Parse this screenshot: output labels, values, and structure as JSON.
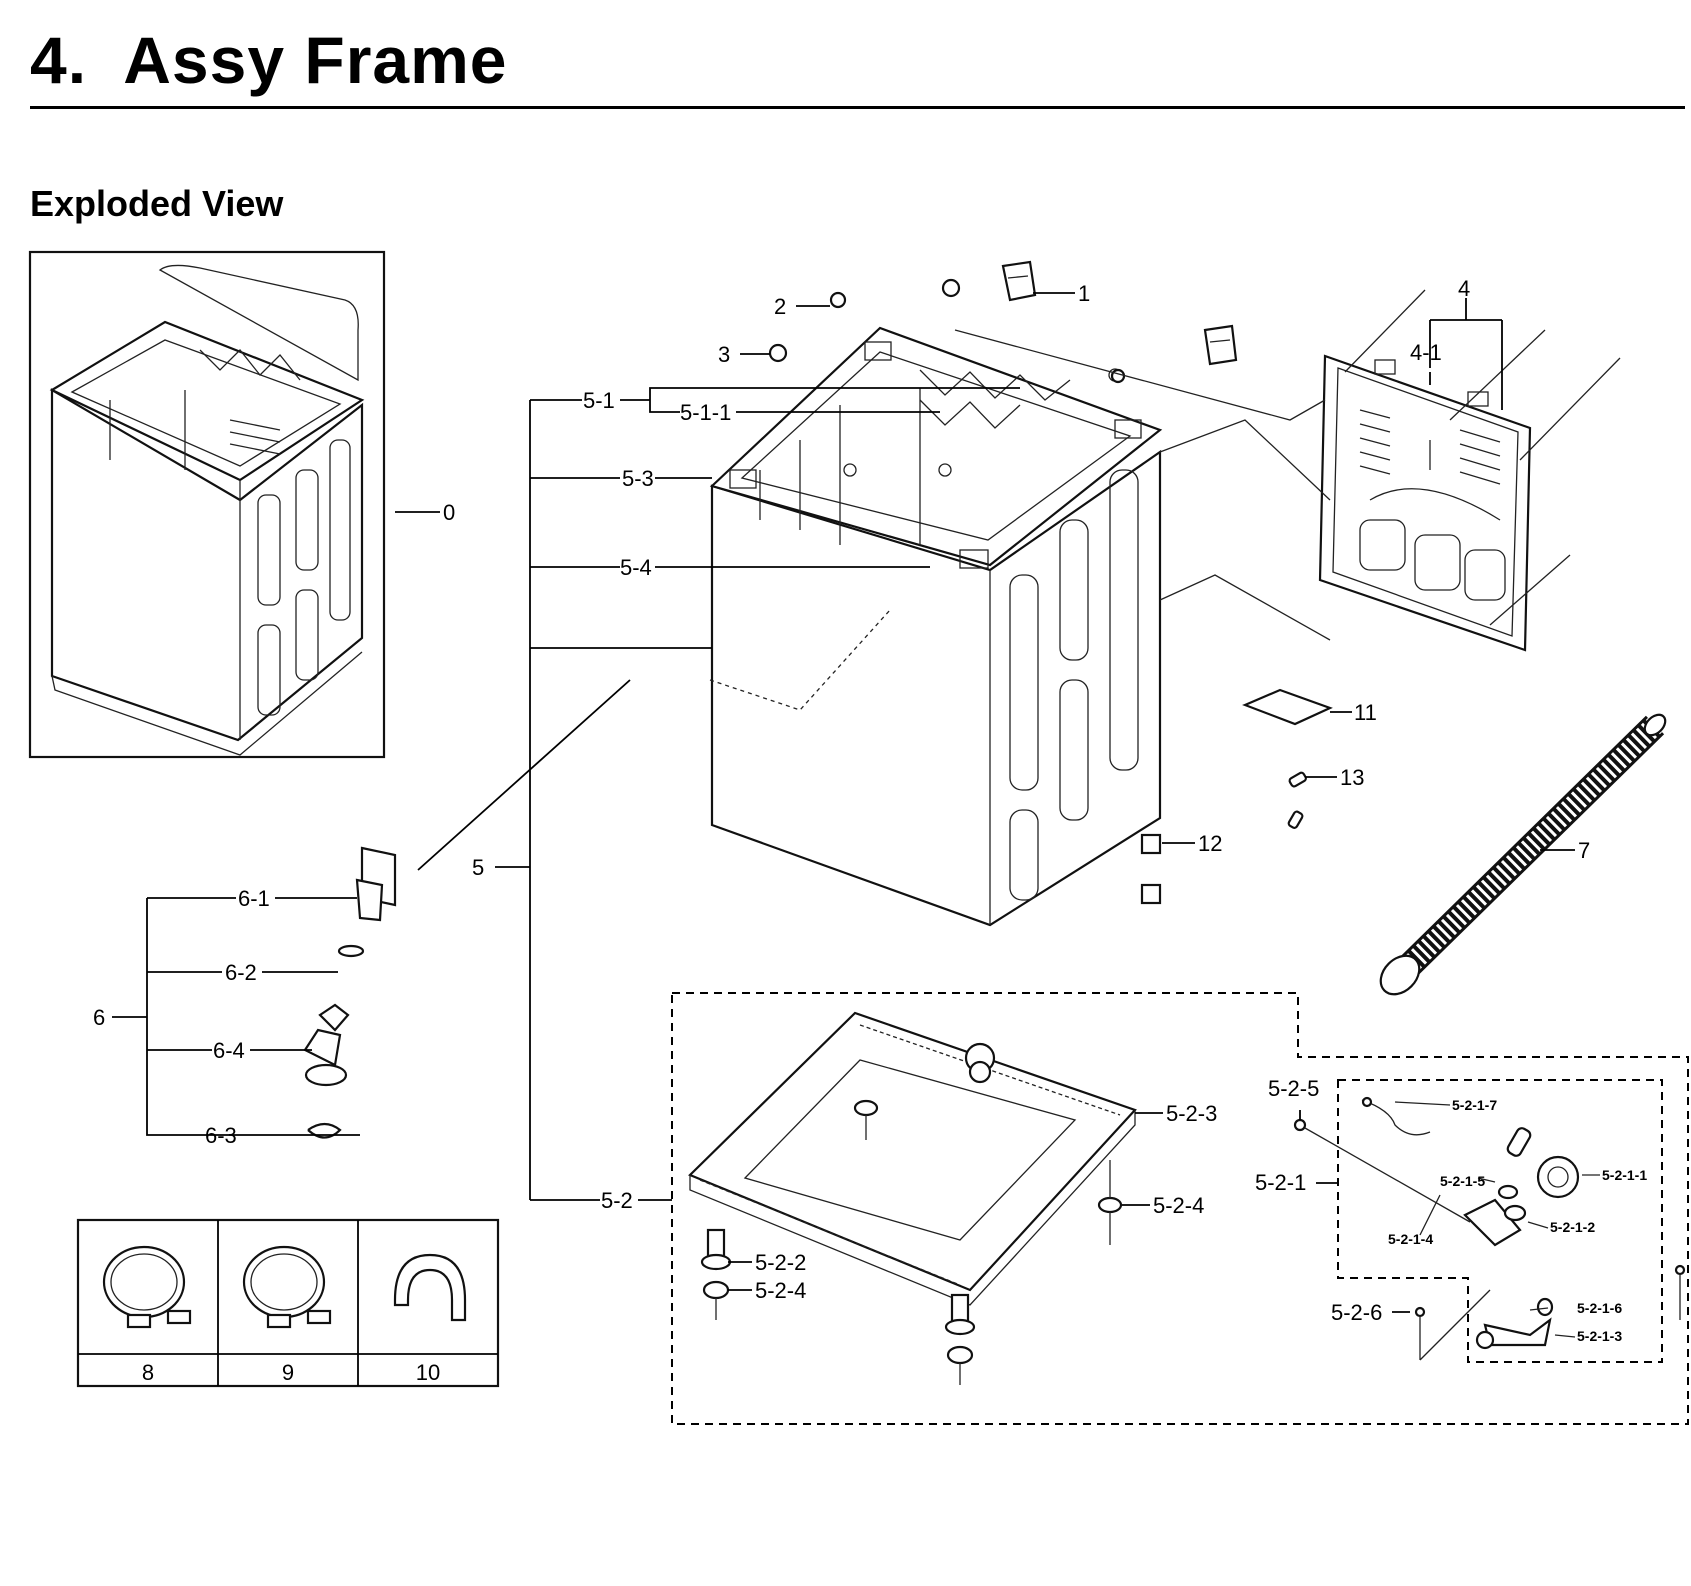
{
  "header": {
    "title": "4.  Assy Frame",
    "subtitle": "Exploded View"
  },
  "callouts": [
    {
      "id": "c-0",
      "text": "0"
    },
    {
      "id": "c-1",
      "text": "1"
    },
    {
      "id": "c-2",
      "text": "2"
    },
    {
      "id": "c-3",
      "text": "3"
    },
    {
      "id": "c-4",
      "text": "4"
    },
    {
      "id": "c-4-1",
      "text": "4-1"
    },
    {
      "id": "c-5",
      "text": "5"
    },
    {
      "id": "c-5-1",
      "text": "5-1"
    },
    {
      "id": "c-5-1-1",
      "text": "5-1-1"
    },
    {
      "id": "c-5-2",
      "text": "5-2"
    },
    {
      "id": "c-5-2-1",
      "text": "5-2-1"
    },
    {
      "id": "c-5-2-1-1",
      "text": "5-2-1-1"
    },
    {
      "id": "c-5-2-1-2",
      "text": "5-2-1-2"
    },
    {
      "id": "c-5-2-1-3",
      "text": "5-2-1-3"
    },
    {
      "id": "c-5-2-1-4",
      "text": "5-2-1-4"
    },
    {
      "id": "c-5-2-1-5",
      "text": "5-2-1-5"
    },
    {
      "id": "c-5-2-1-6",
      "text": "5-2-1-6"
    },
    {
      "id": "c-5-2-1-7",
      "text": "5-2-1-7"
    },
    {
      "id": "c-5-2-2",
      "text": "5-2-2"
    },
    {
      "id": "c-5-2-3",
      "text": "5-2-3"
    },
    {
      "id": "c-5-2-4a",
      "text": "5-2-4"
    },
    {
      "id": "c-5-2-4b",
      "text": "5-2-4"
    },
    {
      "id": "c-5-2-5",
      "text": "5-2-5"
    },
    {
      "id": "c-5-2-6",
      "text": "5-2-6"
    },
    {
      "id": "c-5-3",
      "text": "5-3"
    },
    {
      "id": "c-5-4",
      "text": "5-4"
    },
    {
      "id": "c-6",
      "text": "6"
    },
    {
      "id": "c-6-1",
      "text": "6-1"
    },
    {
      "id": "c-6-2",
      "text": "6-2"
    },
    {
      "id": "c-6-3",
      "text": "6-3"
    },
    {
      "id": "c-6-4",
      "text": "6-4"
    },
    {
      "id": "c-7",
      "text": "7"
    },
    {
      "id": "c-11",
      "text": "11"
    },
    {
      "id": "c-12",
      "text": "12"
    },
    {
      "id": "c-13",
      "text": "13"
    }
  ],
  "accessory_table": [
    "8",
    "9",
    "10"
  ]
}
